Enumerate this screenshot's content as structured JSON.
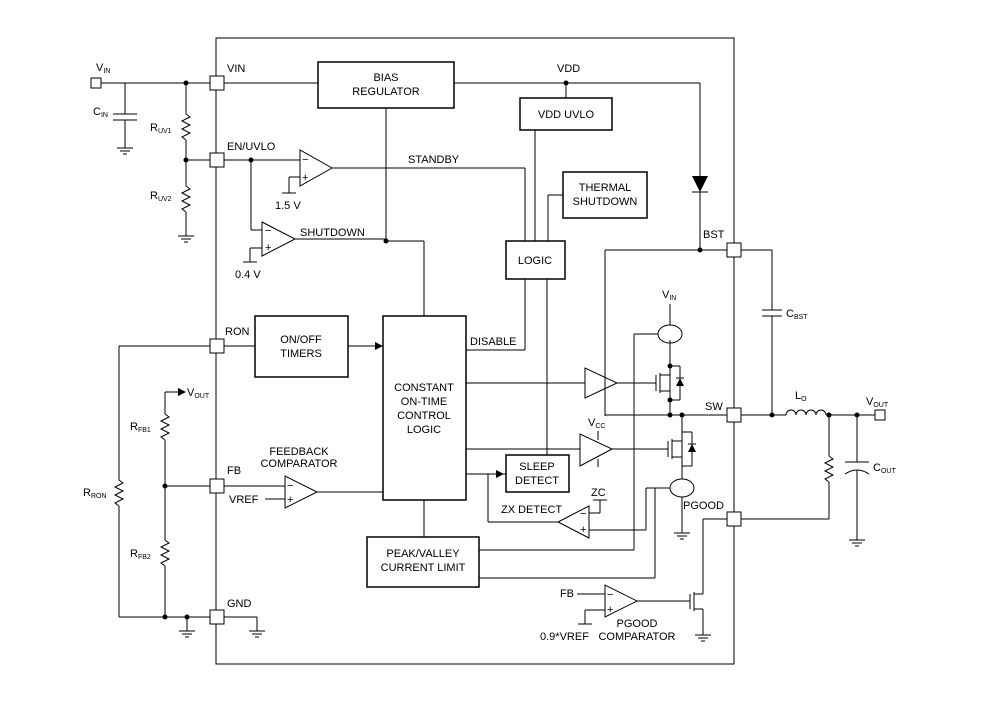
{
  "pins": {
    "vin": "VIN",
    "en_uvlo": "EN/UVLO",
    "ron": "RON",
    "fb": "FB",
    "gnd": "GND",
    "bst": "BST",
    "sw": "SW",
    "pgood": "PGOOD"
  },
  "blocks": {
    "bias_regulator": [
      "BIAS",
      "REGULATOR"
    ],
    "vdd_uvlo": "VDD UVLO",
    "thermal_shutdown": [
      "THERMAL",
      "SHUTDOWN"
    ],
    "logic": "LOGIC",
    "on_off_timers": [
      "ON/OFF",
      "TIMERS"
    ],
    "constant_on_time": [
      "CONSTANT",
      "ON-TIME",
      "CONTROL",
      "LOGIC"
    ],
    "sleep_detect": [
      "SLEEP",
      "DETECT"
    ],
    "peak_valley": [
      "PEAK/VALLEY",
      "CURRENT LIMIT"
    ]
  },
  "signals": {
    "vdd": "VDD",
    "standby": "STANDBY",
    "shutdown": "SHUTDOWN",
    "disable": "DISABLE",
    "feedback_comparator": [
      "FEEDBACK",
      "COMPARATOR"
    ],
    "vref": "VREF",
    "zx_detect": "ZX DETECT",
    "zc": "ZC",
    "fb": "FB",
    "pgood_ref": "0.9*VREF",
    "pgood_comparator": [
      "PGOOD",
      "COMPARATOR"
    ],
    "ref_1v5": "1.5 V",
    "ref_0v4": "0.4 V",
    "minus": "−",
    "plus": "+"
  },
  "components": {
    "vin": {
      "main": "V",
      "sub": "IN"
    },
    "cin": {
      "main": "C",
      "sub": "IN"
    },
    "ruv1": {
      "main": "R",
      "sub": "UV1"
    },
    "ruv2": {
      "main": "R",
      "sub": "UV2"
    },
    "vout_fb": {
      "main": "V",
      "sub": "OUT"
    },
    "rfb1": {
      "main": "R",
      "sub": "FB1"
    },
    "rfb2": {
      "main": "R",
      "sub": "FB2"
    },
    "rron": {
      "main": "R",
      "sub": "RON"
    },
    "vin_hs": {
      "main": "V",
      "sub": "IN"
    },
    "vcc": {
      "main": "V",
      "sub": "CC"
    },
    "cbst": {
      "main": "C",
      "sub": "BST"
    },
    "lo": {
      "main": "L",
      "sub": "O"
    },
    "vout": {
      "main": "V",
      "sub": "OUT"
    },
    "cout": {
      "main": "C",
      "sub": "OUT"
    }
  }
}
